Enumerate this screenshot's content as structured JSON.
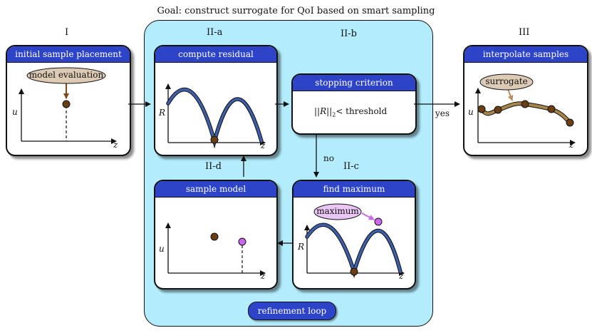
{
  "header": {
    "goal": "Goal: construct surrogate for QoI based on smart sampling"
  },
  "stages": {
    "I": {
      "label": "I",
      "title": "initial sample placement",
      "callout": "model evaluation",
      "y_label": "u",
      "x_label": "z"
    },
    "IIa": {
      "label": "II-a",
      "title": "compute residual",
      "y_label": "R",
      "x_label": "z"
    },
    "IIb": {
      "label": "II-b",
      "title": "stopping criterion",
      "criterion_norm": "||R||",
      "criterion_sub": "2",
      "criterion_rest": "< threshold"
    },
    "IIc": {
      "label": "II-c",
      "title": "find maximum",
      "callout": "maximum",
      "y_label": "R",
      "x_label": "z"
    },
    "IId": {
      "label": "II-d",
      "title": "sample model",
      "y_label": "u",
      "x_label": "z"
    },
    "III": {
      "label": "III",
      "title": "interpolate samples",
      "callout": "surrogate",
      "y_label": "u",
      "x_label": "z"
    }
  },
  "edges": {
    "yes": "yes",
    "no": "no"
  },
  "loop": {
    "label": "refinement loop"
  },
  "colors": {
    "title_bar": "#2d44c8",
    "loop_bg": "#b3ecfc",
    "curve": "#3d5ea8",
    "sample_point": "#6b3f12",
    "new_point": "#cc66ee",
    "callout_model": "#dccab4",
    "callout_max": "#eac6f6"
  }
}
